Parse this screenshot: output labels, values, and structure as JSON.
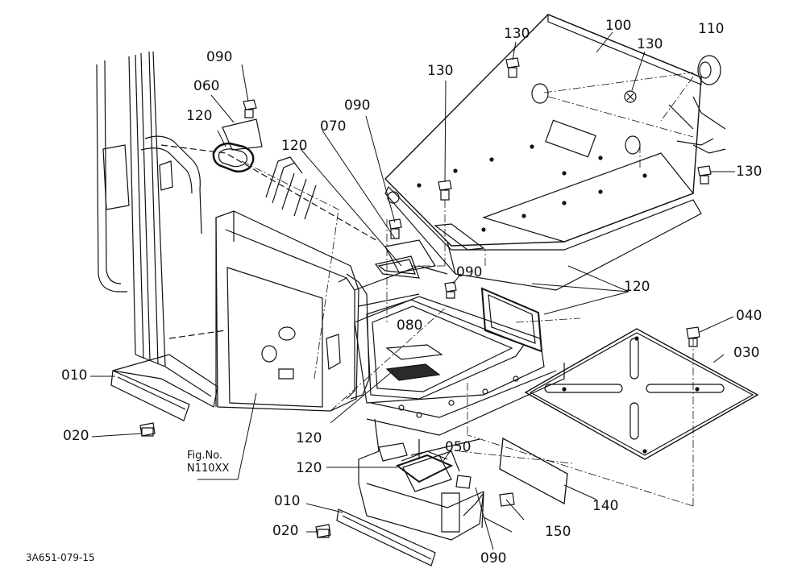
{
  "callouts": {
    "c010a": "010",
    "c010b": "010",
    "c020a": "020",
    "c020b": "020",
    "c030": "030",
    "c040": "040",
    "c050": "050",
    "c060": "060",
    "c070": "070",
    "c080": "080",
    "c090a": "090",
    "c090b": "090",
    "c090c": "090",
    "c090d": "090",
    "c100": "100",
    "c110": "110",
    "c120a": "120",
    "c120b": "120",
    "c120c": "120",
    "c120d": "120",
    "c120e": "120",
    "c130a": "130",
    "c130b": "130",
    "c130c": "130",
    "c130d": "130",
    "c140": "140",
    "c150": "150"
  },
  "fig_ref": {
    "line1": "Fig.No.",
    "line2": "N110XX"
  },
  "drawing_code": "3A651-079-15",
  "colors": {
    "ink": "#111111",
    "background": "#ffffff",
    "panel_shade": "#2a2a2a"
  }
}
